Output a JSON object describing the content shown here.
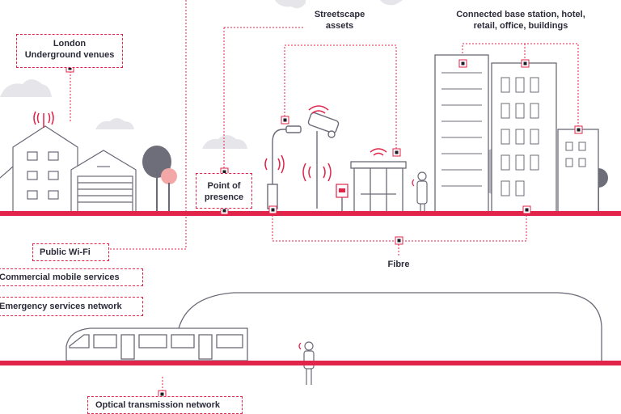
{
  "colors": {
    "accent": "#e0244a",
    "ink": "#2b2b3a",
    "outline": "#6b6b78",
    "tree_grey": "#9a9aa6",
    "tree_pink": "#f4a7a7",
    "cloud": "#e6e6ea"
  },
  "labels": {
    "london_underground_line1": "London",
    "london_underground_line2": "Underground venues",
    "streetscape_line1": "Streetscape",
    "streetscape_line2": "assets",
    "connected_line1": "Connected base station, hotel,",
    "connected_line2": "retail, office, buildings",
    "point_of_presence_line1": "Point of",
    "point_of_presence_line2": "presence",
    "public_wifi": "Public Wi-Fi",
    "commercial_mobile": "Commercial mobile services",
    "emergency_services": "Emergency services network",
    "fibre": "Fibre",
    "optical_network": "Optical transmission network"
  },
  "icons": [
    "wifi-signal-icon",
    "bus-stop-sign-icon",
    "person-with-phone-icon",
    "train-icon",
    "tunnel-icon",
    "cctv-camera-icon",
    "street-lamp-icon"
  ]
}
